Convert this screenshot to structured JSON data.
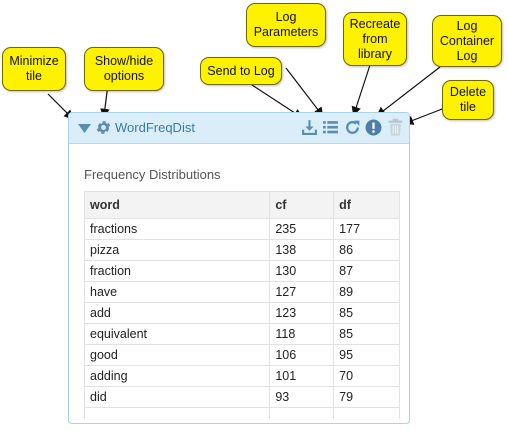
{
  "callouts": {
    "minimize": "Minimize\ntile",
    "show_hide": "Show/hide\noptions",
    "send_to_log": "Send to Log",
    "log_parameters": "Log\nParameters",
    "recreate": "Recreate\nfrom\nlibrary",
    "log_container": "Log\nContainer\nLog",
    "delete": "Delete\ntile"
  },
  "tile": {
    "title": "WordFreqDist",
    "section_title": "Frequency Distributions",
    "icons": [
      "triangle-down-icon",
      "gear-icon",
      "download-icon",
      "list-icon",
      "refresh-icon",
      "exclamation-circle-icon",
      "trash-icon"
    ]
  },
  "table": {
    "headers": [
      "word",
      "cf",
      "df"
    ],
    "rows": [
      [
        "fractions",
        "235",
        "177"
      ],
      [
        "pizza",
        "138",
        "86"
      ],
      [
        "fraction",
        "130",
        "87"
      ],
      [
        "have",
        "127",
        "89"
      ],
      [
        "add",
        "123",
        "85"
      ],
      [
        "equivalent",
        "118",
        "85"
      ],
      [
        "good",
        "106",
        "95"
      ],
      [
        "adding",
        "101",
        "70"
      ],
      [
        "did",
        "93",
        "79"
      ]
    ]
  },
  "colors": {
    "callout": "#fff200",
    "header_bg": "#d9eef8",
    "title_text": "#3a7ca5",
    "icon": "#5b8db0",
    "tile_border": "#a9d3e6"
  }
}
